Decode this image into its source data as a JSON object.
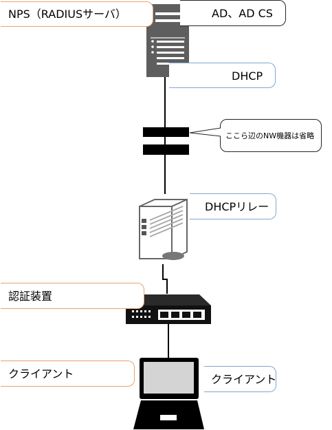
{
  "labels": {
    "nps": "NPS（RADIUSサーバ）",
    "ad": "AD、AD CS",
    "dhcp": "DHCP",
    "nw_note": "ここら辺のNW機器は省略",
    "dhcp_relay": "DHCPリレー",
    "auth": "認証装置",
    "client_left": "クライアント",
    "client_right": "クライアント"
  },
  "colors": {
    "server": "#5e5e5e",
    "orange_border": "#e8a070",
    "blue_border": "#7fa7cf",
    "device_dark": "#1a1a1a"
  }
}
